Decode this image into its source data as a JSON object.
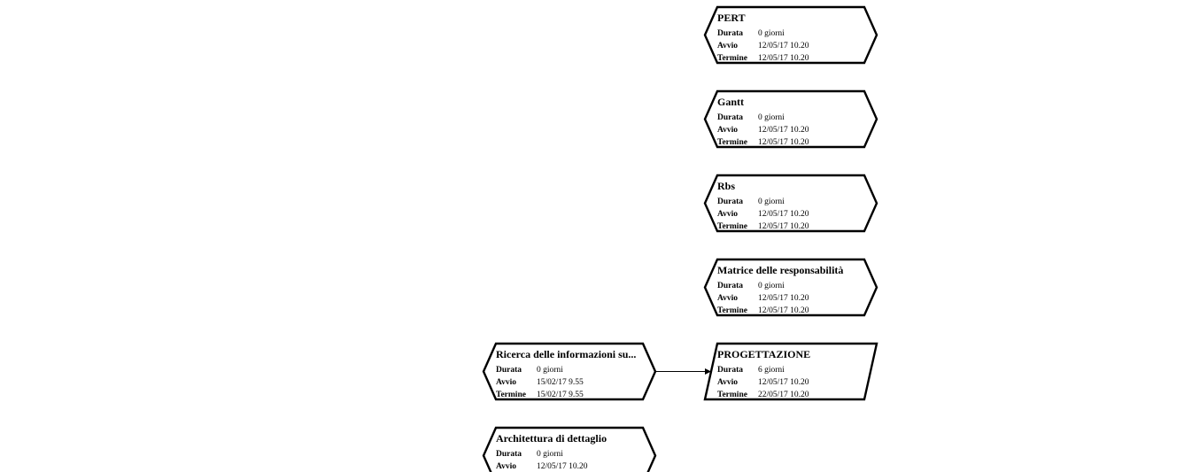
{
  "labels": {
    "durata": "Durata",
    "avvio": "Avvio",
    "termine": "Termine"
  },
  "nodes": [
    {
      "id": "pert",
      "shape": "hexagon",
      "title": "PERT",
      "durata": "0 giorni",
      "avvio": "12/05/17 10.20",
      "termine": "12/05/17 10.20"
    },
    {
      "id": "gantt",
      "shape": "hexagon",
      "title": "Gantt",
      "durata": "0 giorni",
      "avvio": "12/05/17 10.20",
      "termine": "12/05/17 10.20"
    },
    {
      "id": "rbs",
      "shape": "hexagon",
      "title": "Rbs",
      "durata": "0 giorni",
      "avvio": "12/05/17 10.20",
      "termine": "12/05/17 10.20"
    },
    {
      "id": "matrice-delle-responsabilita",
      "shape": "hexagon",
      "title": "Matrice delle responsabilità",
      "durata": "0 giorni",
      "avvio": "12/05/17 10.20",
      "termine": "12/05/17 10.20"
    },
    {
      "id": "ricerca-delle-informazioni",
      "shape": "hexagon",
      "title": "Ricerca delle informazioni su...",
      "durata": "0 giorni",
      "avvio": "15/02/17 9.55",
      "termine": "15/02/17 9.55"
    },
    {
      "id": "progettazione",
      "shape": "parallelogram",
      "title": "PROGETTAZIONE",
      "durata": "6 giorni",
      "avvio": "12/05/17 10.20",
      "termine": "22/05/17 10.20"
    },
    {
      "id": "architettura-di-dettaglio",
      "shape": "hexagon",
      "title": "Architettura di dettaglio",
      "durata": "0 giorni",
      "avvio": "12/05/17 10.20"
    }
  ],
  "links": [
    {
      "from": "ricerca-delle-informazioni",
      "to": "progettazione"
    }
  ]
}
